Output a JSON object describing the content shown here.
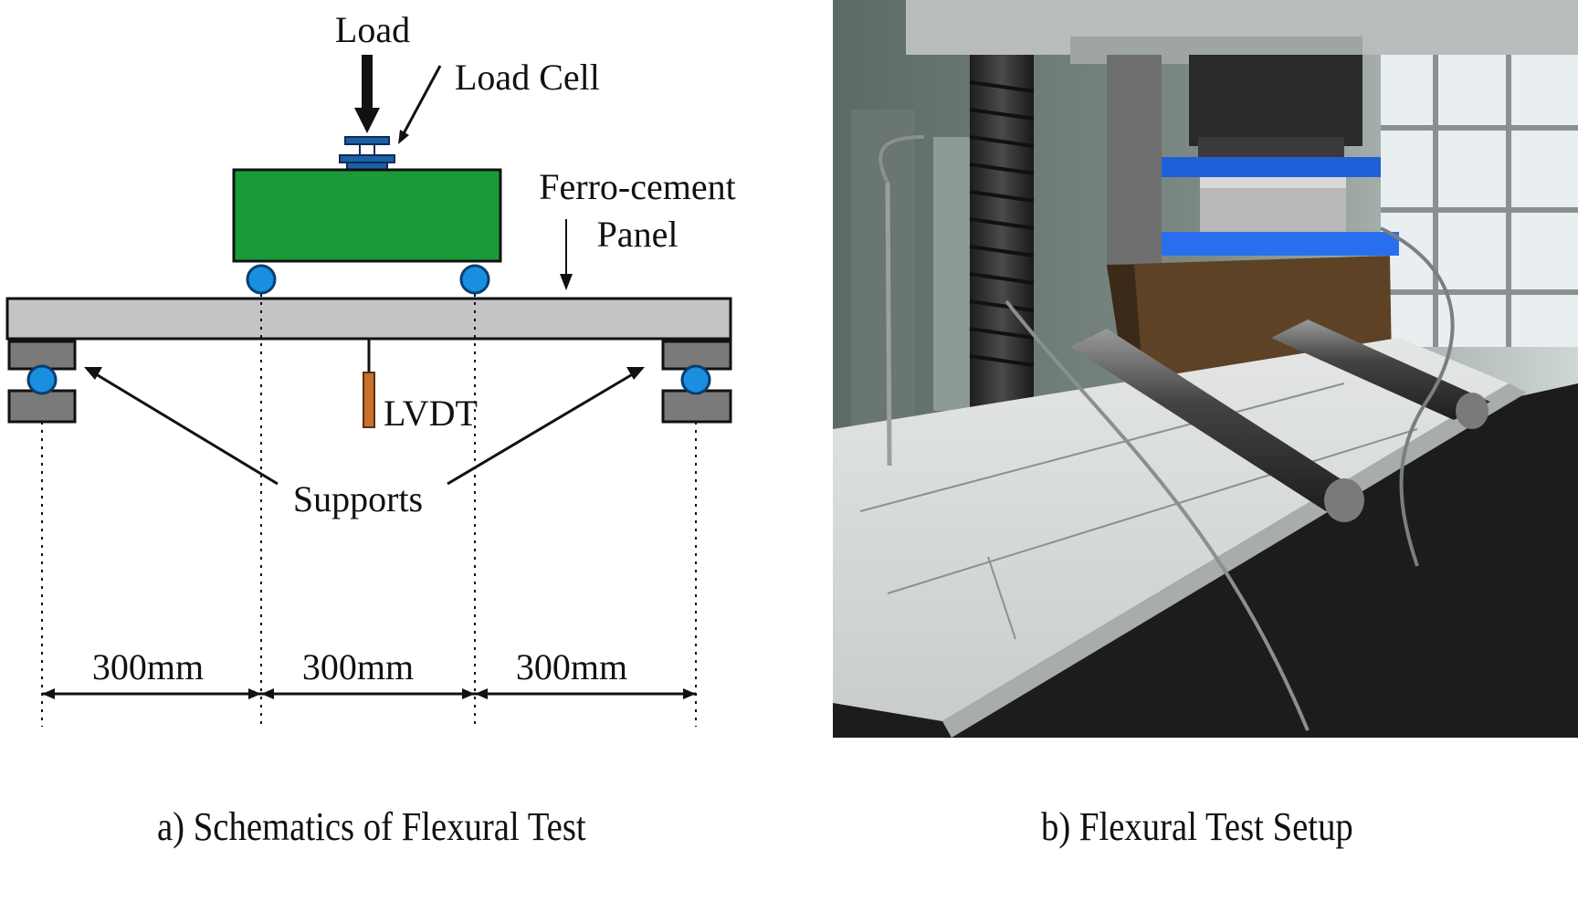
{
  "diagram": {
    "labels": {
      "load": "Load",
      "load_cell": "Load Cell",
      "panel_line1": "Ferro-cement",
      "panel_line2": "Panel",
      "lvdt": "LVDT",
      "supports": "Supports"
    },
    "spans": [
      "300mm",
      "300mm",
      "300mm"
    ],
    "colors": {
      "loading_beam": "#1a9a3a",
      "panel": "#c4c4c4",
      "support_block": "#7a7a7a",
      "roller": "#1a8fe0",
      "lvdt": "#c8702a",
      "load_cell": "#1e5fa8"
    }
  },
  "captions": {
    "a": "a)   Schematics of Flexural Test",
    "b": "b)   Flexural Test Setup"
  }
}
